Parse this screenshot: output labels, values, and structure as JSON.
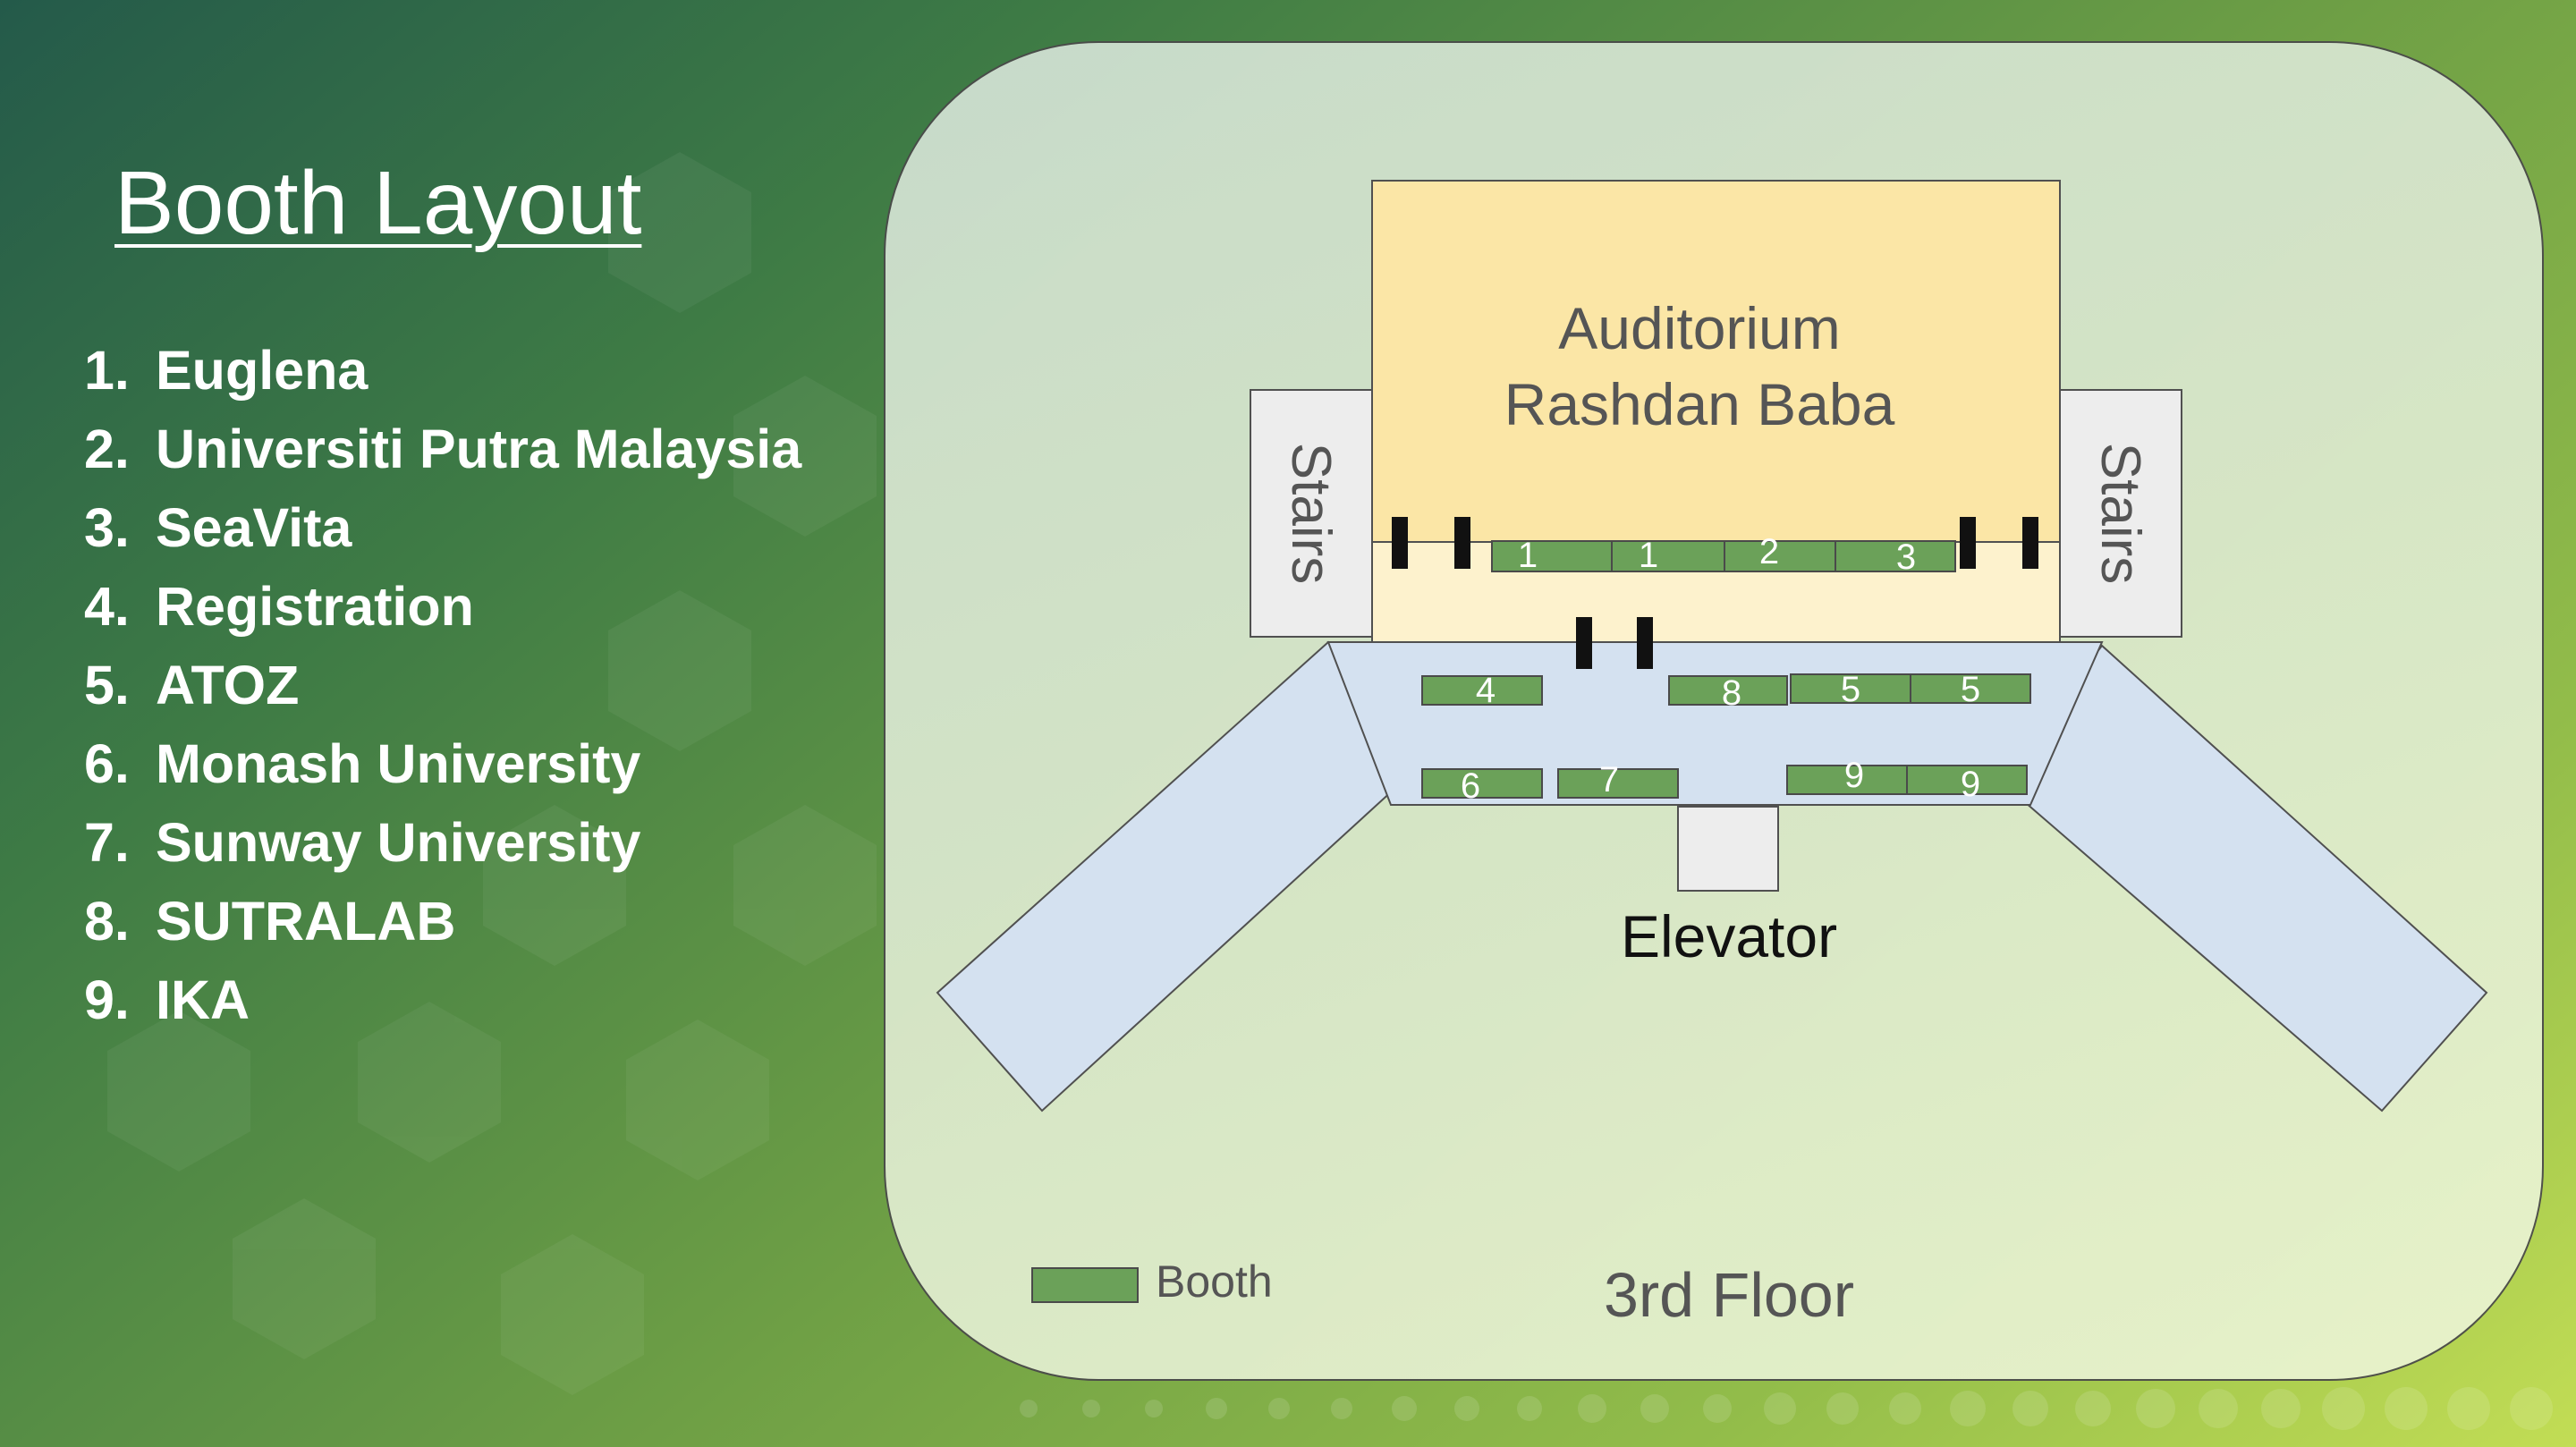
{
  "title": "Booth Layout",
  "booths": [
    {
      "num": "1.",
      "name": "Euglena"
    },
    {
      "num": "2.",
      "name": "Universiti Putra Malaysia"
    },
    {
      "num": "3.",
      "name": "SeaVita"
    },
    {
      "num": "4.",
      "name": "Registration"
    },
    {
      "num": "5.",
      "name": "ATOZ"
    },
    {
      "num": "6.",
      "name": "Monash University"
    },
    {
      "num": "7.",
      "name": "Sunway University"
    },
    {
      "num": "8.",
      "name": "SUTRALAB"
    },
    {
      "num": "9.",
      "name": "IKA"
    }
  ],
  "map": {
    "auditorium_line1": "Auditorium",
    "auditorium_line2": "Rashdan Baba",
    "stairs_left": "Stairs",
    "stairs_right": "Stairs",
    "elevator": "Elevator",
    "floor": "3rd Floor",
    "legend_label": "Booth",
    "booth_markers": [
      "1",
      "1",
      "2",
      "3",
      "4",
      "8",
      "5",
      "5",
      "6",
      "7",
      "9",
      "9"
    ]
  },
  "colors": {
    "booth_fill": "#6ba159",
    "corridor": "#d4e1f0",
    "auditorium": "#fbe6a6",
    "lobby": "#fdf2cd",
    "stairs": "#ededed"
  }
}
